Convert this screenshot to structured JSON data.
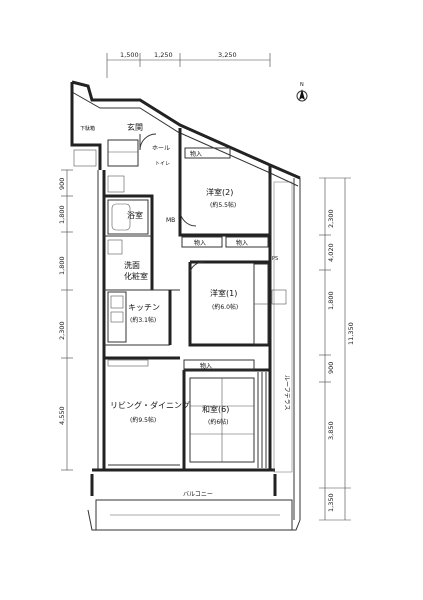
{
  "dimensions": {
    "top": [
      "1,500",
      "1,250",
      "3,250"
    ],
    "left": [
      "900",
      "1,800",
      "1,800",
      "2,300",
      "4,550"
    ],
    "right": [
      "2,300",
      "4,020",
      "1,800",
      "11,350",
      "900",
      "3,850",
      "1,350"
    ]
  },
  "rooms": {
    "entrance": "玄関",
    "hall": "ホール",
    "bedroom2": {
      "name": "洋室(2)",
      "area": "(約5.5帖)"
    },
    "bath": "浴室",
    "washroom": "洗面\n化粧室",
    "toilet": "トイレ",
    "kitchen": {
      "name": "キッチン",
      "area": "(約3.1帖)"
    },
    "bedroom1": {
      "name": "洋室(1)",
      "area": "(約6.0帖)"
    },
    "living": {
      "name": "リビング・ダイニング",
      "area": "(約9.5帖)"
    },
    "washitsu": {
      "name": "和室(6)",
      "area": "(約6帖)"
    }
  },
  "labels": {
    "closet": "物入",
    "balcony": "バルコニー",
    "alcove": "ルーフテラス",
    "ps": "PS",
    "mb": "MB",
    "shoe": "下駄箱"
  },
  "north_symbol": "N"
}
